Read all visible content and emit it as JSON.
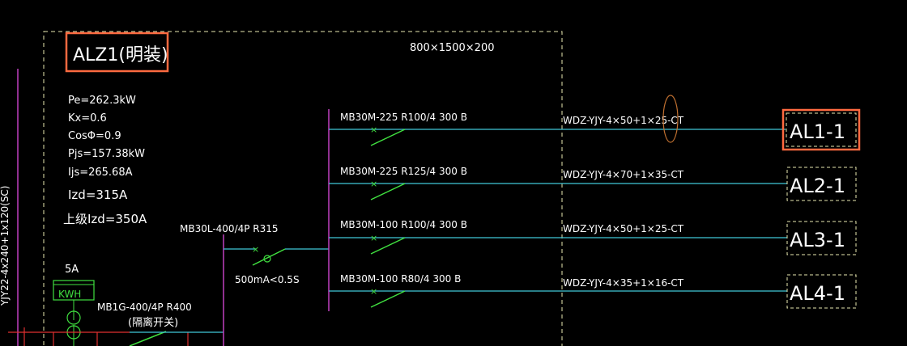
{
  "panel": {
    "id": "ALZ1(明装)",
    "dimensions": "800×1500×200"
  },
  "params": {
    "pe": "Pe=262.3kW",
    "kx": "Kx=0.6",
    "cos": "CosΦ=0.9",
    "pjs": "Pjs=157.38kW",
    "ijs": "Ijs=265.68A",
    "izd": "Izd=315A",
    "upper_izd": "上级Izd=350A"
  },
  "incoming": {
    "main_breaker": "MB30L-400/4P R315",
    "rcd": "500mA<0.5S",
    "meter_rating": "5A",
    "meter": "KWH",
    "isolator": "MB1G-400/4P R400",
    "isolator_note": "(隔离开关)",
    "feeder_cable": "YJY22-4x240+1x120(SC)"
  },
  "circuits": [
    {
      "breaker": "MB30M-225 R100/4 300 B",
      "cable": "WDZ-YJY-4×50+1×25-CT",
      "target": "AL1-1",
      "highlighted": true
    },
    {
      "breaker": "MB30M-225 R125/4 300 B",
      "cable": "WDZ-YJY-4×70+1×35-CT",
      "target": "AL2-1",
      "highlighted": false
    },
    {
      "breaker": "MB30M-100 R100/4 300 B",
      "cable": "WDZ-YJY-4×50+1×25-CT",
      "target": "AL3-1",
      "highlighted": false
    },
    {
      "breaker": "MB30M-100 R80/4 300 B",
      "cable": "WDZ-YJY-4×35+1×16-CT",
      "target": "AL4-1",
      "highlighted": false
    }
  ],
  "colors": {
    "background": "#000000",
    "text": "#ffffff",
    "busbar": "#c040c0",
    "feeder_line": "#40c8d8",
    "switch": "#40e040",
    "panel_border": "#e8e8b0",
    "highlight": "#ff6a40",
    "ellipse": "#c07030",
    "meter": "#40e040",
    "red": "#e03030"
  }
}
